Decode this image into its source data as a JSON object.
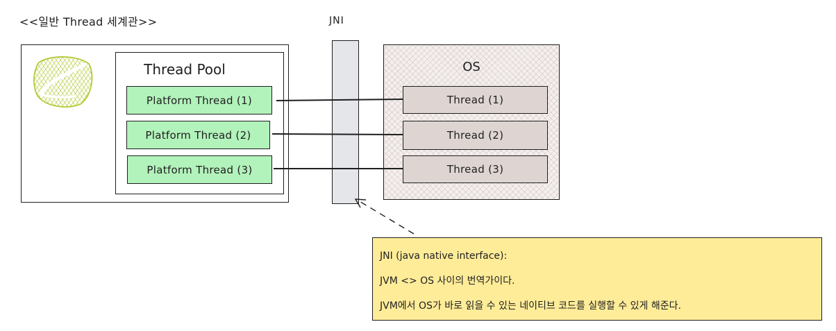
{
  "heading": "<<일반 Thread 세계관>>",
  "jni_label": "JNI",
  "thread_pool": {
    "title": "Thread Pool",
    "threads": [
      "Platform Thread (1)",
      "Platform Thread (2)",
      "Platform Thread (3)"
    ]
  },
  "os": {
    "title": "OS",
    "threads": [
      "Thread (1)",
      "Thread (2)",
      "Thread (3)"
    ]
  },
  "note": {
    "lines": [
      "JNI (java native interface):",
      "JVM <> OS 사이의 번역가이다.",
      "JVM에서 OS가 바로 읽을 수 있는 네이티브 코드를 실행할 수 있게 해준다."
    ]
  },
  "colors": {
    "platform_thread_fill": "#b2f2bb",
    "os_thread_fill": "#ded5d3",
    "jni_fill": "#e4e6ea",
    "note_fill": "#ffec99",
    "logo": "#b5c93a"
  },
  "icons": {
    "jvm_logo": "spring-leaf-icon"
  }
}
